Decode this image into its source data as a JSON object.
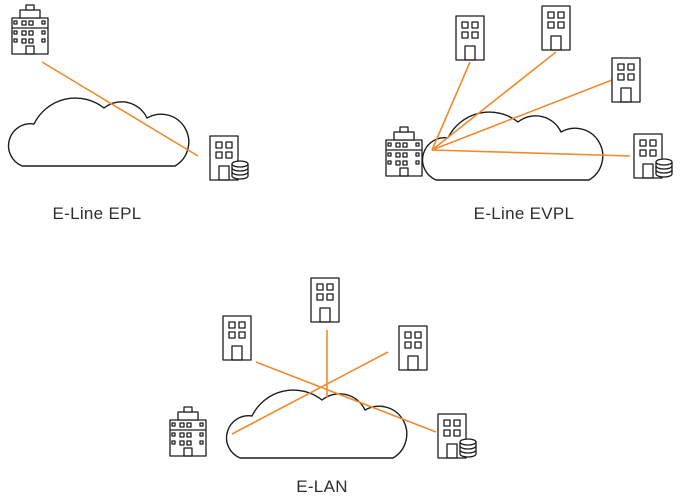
{
  "colors": {
    "link": "#f08a2c",
    "outline": "#1c1c1c",
    "text": "#2e2e2e",
    "background": "#ffffff"
  },
  "icons": {
    "office": "office-building-icon",
    "small": "building-icon",
    "datacenter": "building-with-database-icon"
  },
  "diagrams": [
    {
      "id": "epl",
      "caption": "E-Line EPL",
      "topology": "point-to-point",
      "sites": [
        "office-building",
        "building-with-database"
      ]
    },
    {
      "id": "evpl",
      "caption": "E-Line EVPL",
      "topology": "point-to-multipoint",
      "sites": [
        "office-building",
        "building",
        "building",
        "building",
        "building-with-database"
      ]
    },
    {
      "id": "elan",
      "caption": "E-LAN",
      "topology": "multipoint-to-multipoint",
      "sites": [
        "office-building",
        "building",
        "building",
        "building",
        "building-with-database"
      ]
    }
  ]
}
